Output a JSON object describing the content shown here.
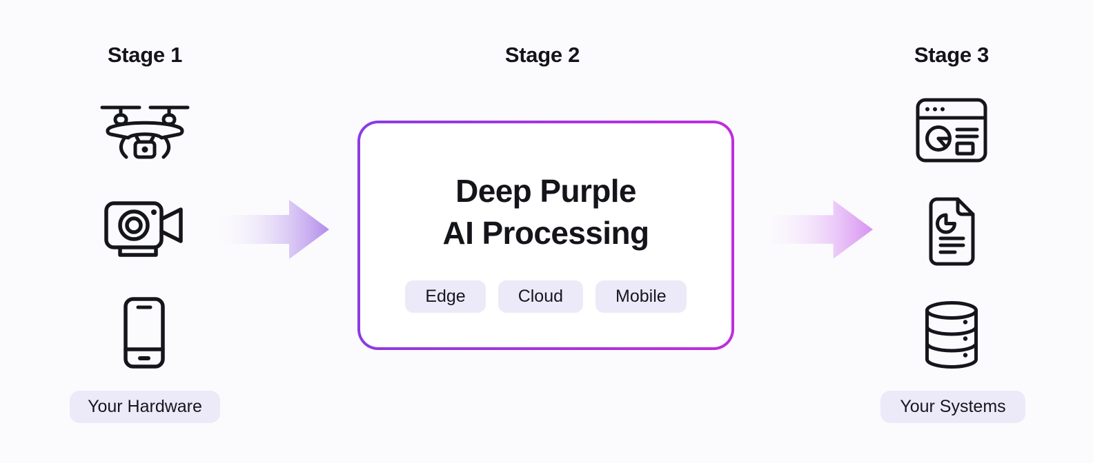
{
  "diagram": {
    "stage1": {
      "title": "Stage 1",
      "icons": [
        "drone-icon",
        "video-camera-icon",
        "smartphone-icon"
      ],
      "label": "Your Hardware"
    },
    "stage2": {
      "title": "Stage 2",
      "box": {
        "title_line1": "Deep Purple",
        "title_line2": "AI Processing",
        "chips": [
          "Edge",
          "Cloud",
          "Mobile"
        ]
      }
    },
    "stage3": {
      "title": "Stage 3",
      "icons": [
        "dashboard-browser-icon",
        "report-document-icon",
        "database-icon"
      ],
      "label": "Your Systems"
    },
    "arrows": [
      "arrow-stage1-to-stage2",
      "arrow-stage2-to-stage3"
    ]
  },
  "colors": {
    "background": "#FBFBFD",
    "text": "#14141B",
    "pill_background": "#ECEAF8",
    "box_border_gradient_start": "#8B3BE4",
    "box_border_gradient_end": "#C12BDF",
    "arrow1_end_color": "#B28BEA",
    "arrow2_end_color": "#D78FF2",
    "icon_stroke": "#15151C"
  }
}
